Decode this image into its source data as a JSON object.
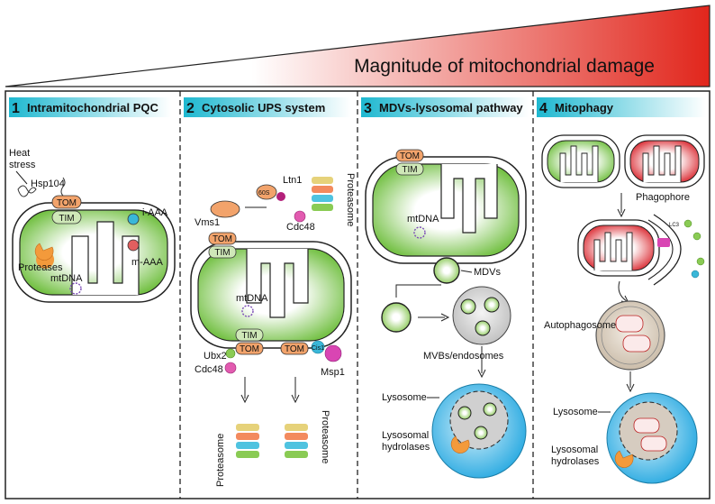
{
  "header": {
    "title": "Magnitude of mitochondrial damage"
  },
  "panels": [
    {
      "number": "1",
      "title": "Intramitochondrial PQC"
    },
    {
      "number": "2",
      "title": "Cytosolic UPS system"
    },
    {
      "number": "3",
      "title": "MDVs-lysosomal pathway"
    },
    {
      "number": "4",
      "title": "Mitophagy"
    }
  ],
  "labels": {
    "p1": {
      "heat": "Heat",
      "stress": "stress",
      "hsp104": "Hsp104",
      "tom": "TOM",
      "tim": "TIM",
      "iaaa": "i-AAA",
      "maaa": "m-AAA",
      "proteases": "Proteases",
      "mtdna": "mtDNA"
    },
    "p2": {
      "vms1": "Vms1",
      "s60": "60S",
      "ltn1": "Ltn1",
      "cdc48_top": "Cdc48",
      "proteasome_top": "Proteasome",
      "tom_top": "TOM",
      "tim_top": "TIM",
      "mtdna": "mtDNA",
      "tim_bottom": "TIM",
      "tom_left": "TOM",
      "tom_right": "TOM",
      "ubx2": "Ubx2",
      "cdc48_bottom": "Cdc48",
      "cis1": "Cis1",
      "msp1": "Msp1",
      "proteasome_left": "Proteasome",
      "proteasome_right": "Proteasome"
    },
    "p3": {
      "tom": "TOM",
      "tim": "TIM",
      "mtdna": "mtDNA",
      "mdvs": "MDVs",
      "mvbs": "MVBs/endosomes",
      "lysosome": "Lysosome",
      "hydrolases_1": "Lysosomal",
      "hydrolases_2": "hydrolases"
    },
    "p4": {
      "phagophore": "Phagophore",
      "lc3": "LC3",
      "autophagosome": "Autophagosome",
      "lysosome": "Lysosome",
      "hydrolases_1": "Lysosomal",
      "hydrolases_2": "hydrolases"
    }
  },
  "colors": {
    "ramp_start": "#ffffff",
    "ramp_end": "#e1261c",
    "panel_title_bg": "#20c2d8",
    "matrix_green": "#7cc242",
    "lysosome_blue": "#27a9e1",
    "tom_orange": "#f2a36b",
    "tim_green": "#cfe8b8",
    "damage_red": "#d9222a"
  }
}
